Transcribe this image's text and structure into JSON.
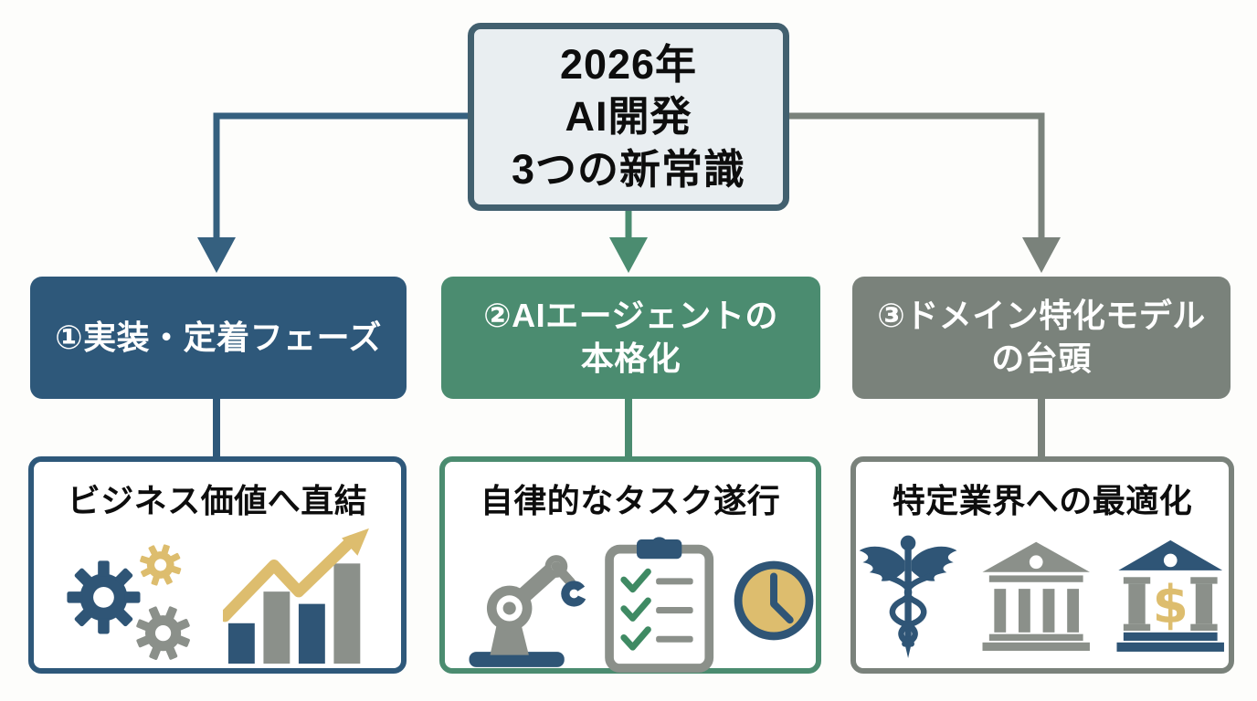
{
  "page": {
    "background": "#fdfdfb"
  },
  "title_box": {
    "lines": [
      "2026年",
      "AI開発",
      "3つの新常識"
    ],
    "border_color": "#42606f",
    "fill_color": "#e9eef1"
  },
  "branches": [
    {
      "header_lines": [
        "①実装・定着フェーズ"
      ],
      "card_title": "ビジネス価値へ直結",
      "accent_color": "#2e587a",
      "icons": [
        "gears-icon",
        "growth-chart-icon"
      ]
    },
    {
      "header_lines": [
        "②AIエージェントの",
        "本格化"
      ],
      "card_title": "自律的なタスク遂行",
      "accent_color": "#4b8c70",
      "icons": [
        "robot-arm-icon",
        "checklist-icon",
        "clock-icon"
      ]
    },
    {
      "header_lines": [
        "③ドメイン特化モデル",
        "の台頭"
      ],
      "card_title": "特定業界への最適化",
      "accent_color": "#7a827b",
      "icons": [
        "caduceus-icon",
        "government-building-icon",
        "bank-icon"
      ]
    }
  ],
  "colors": {
    "connector_blue": "#35607f",
    "connector_green": "#4b8c70",
    "connector_gray": "#7a827b",
    "accent_yellow": "#ddbd6e",
    "icon_gray": "#8b908a",
    "icon_blue": "#2f5576",
    "check_green": "#3f8a63"
  }
}
